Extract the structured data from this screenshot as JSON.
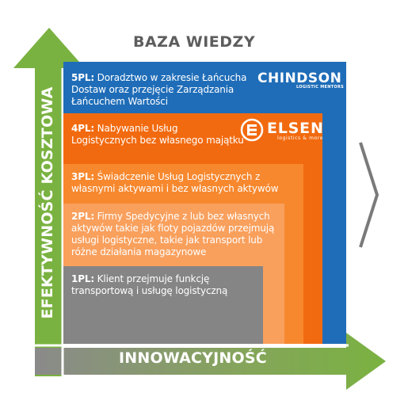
{
  "title": "BAZA WIEDZY",
  "axes": {
    "x_label": "INNOWACYJNOŚĆ",
    "y_label": "EFEKTYWNOŚĆ KOSZTOWA"
  },
  "levels": [
    {
      "code": "5PL:",
      "text": "Doradztwo w zakresie Łańcucha Dostaw oraz przejęcie Zarządzania Łańcuchem Wartości",
      "color": "#1f6db8"
    },
    {
      "code": "4PL:",
      "text": "Nabywanie Usług Logistycznych bez własnego majątku",
      "color": "#f26a0f"
    },
    {
      "code": "3PL:",
      "text": "Świadczenie Usług Logistycznych z własnymi aktywami i bez własnych aktywów",
      "color": "#f7882e"
    },
    {
      "code": "2PL:",
      "text": "Firmy Spedycyjne z lub bez własnych aktywów takie jak floty pojazdów przejmują usługi logistyczne, takie jak transport lub różne działania magazynowe",
      "color": "#f9a05d"
    },
    {
      "code": "1PL:",
      "text": "Klient przejmuje funkcję transportową i usługę logistyczną",
      "color": "#858585"
    }
  ],
  "logos": {
    "chindson": {
      "name": "CHINDSON",
      "tagline": "LOGISTIC MENTORS"
    },
    "elsen": {
      "name": "ELSEN",
      "tagline": "logistics & more"
    }
  },
  "colors": {
    "arrow_green": "#7ab241",
    "axis_gray": "#8a8a8a",
    "chevron_gray": "#7a7a7a"
  },
  "icons": [
    "chevron-right-icon",
    "elsen-logo-icon"
  ]
}
